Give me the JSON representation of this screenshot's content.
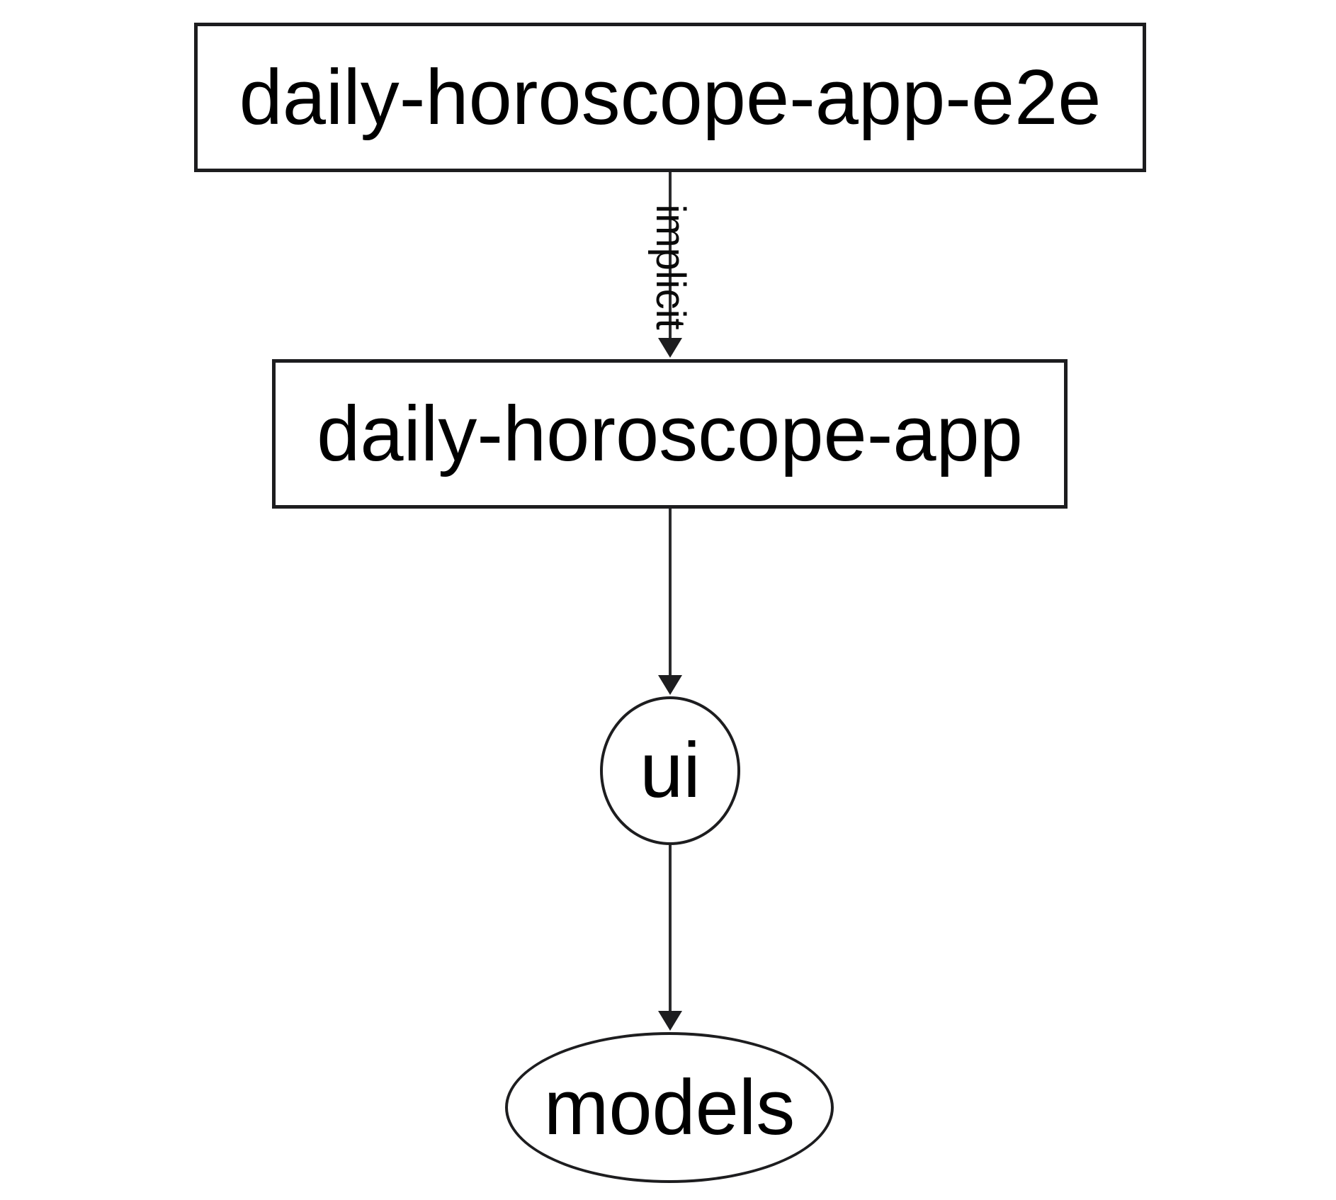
{
  "diagram": {
    "type": "dependency-graph",
    "background_color": "#ffffff",
    "stroke_color": "#1d1d1f",
    "text_color": "#000000",
    "nodes": [
      {
        "id": "daily-horoscope-app-e2e",
        "label": "daily-horoscope-app-e2e",
        "shape": "rectangle"
      },
      {
        "id": "daily-horoscope-app",
        "label": "daily-horoscope-app",
        "shape": "rectangle"
      },
      {
        "id": "ui",
        "label": "ui",
        "shape": "ellipse"
      },
      {
        "id": "models",
        "label": "models",
        "shape": "ellipse"
      }
    ],
    "edges": [
      {
        "from": "daily-horoscope-app-e2e",
        "to": "daily-horoscope-app",
        "label": "implicit",
        "label_rotation_deg": 90
      },
      {
        "from": "daily-horoscope-app",
        "to": "ui",
        "label": ""
      },
      {
        "from": "ui",
        "to": "models",
        "label": ""
      }
    ]
  }
}
